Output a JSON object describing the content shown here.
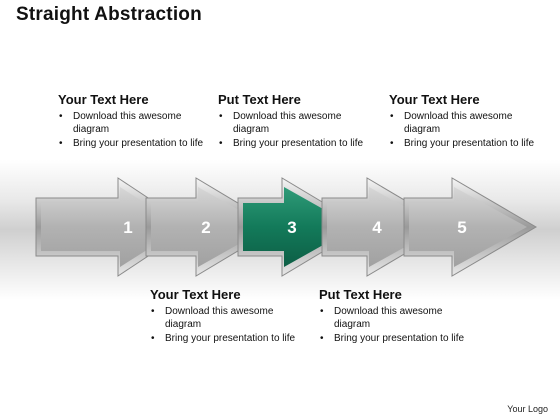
{
  "title": "Straight Abstraction",
  "steps": [
    {
      "label": "1",
      "color": "#b8b8b8"
    },
    {
      "label": "2",
      "color": "#b8b8b8"
    },
    {
      "label": "3",
      "color": "#137a5a"
    },
    {
      "label": "4",
      "color": "#b8b8b8"
    },
    {
      "label": "5",
      "color": "#a8a8a8"
    }
  ],
  "top_blocks": [
    {
      "heading": "Your Text Here",
      "bullets": [
        "Download this awesome diagram",
        "Bring your presentation to life"
      ]
    },
    {
      "heading": "Put Text Here",
      "bullets": [
        "Download this awesome diagram",
        "Bring your presentation to life"
      ]
    },
    {
      "heading": "Your Text Here",
      "bullets": [
        "Download this awesome diagram",
        "Bring your presentation to life"
      ]
    }
  ],
  "bottom_blocks": [
    {
      "heading": "Your Text Here",
      "bullets": [
        "Download this awesome diagram",
        "Bring your presentation to life"
      ]
    },
    {
      "heading": "Put Text Here",
      "bullets": [
        "Download this awesome diagram",
        "Bring your presentation to life"
      ]
    }
  ],
  "logo": "Your Logo"
}
